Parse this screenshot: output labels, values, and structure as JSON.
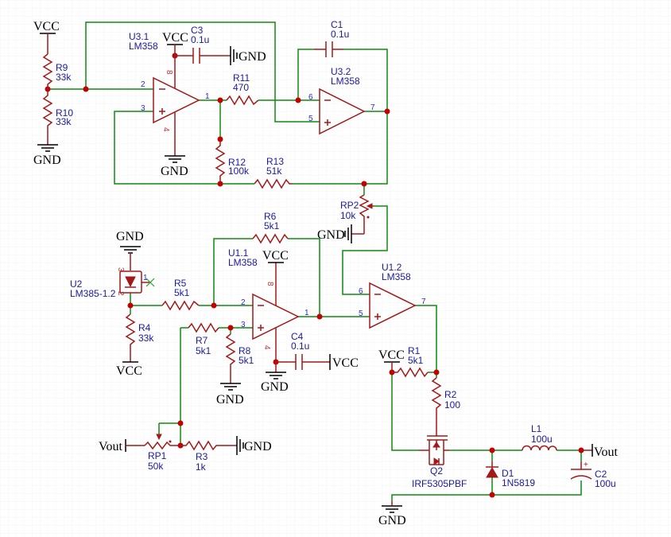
{
  "nets": {
    "vcc": "VCC",
    "gnd": "GND",
    "vout": "Vout"
  },
  "components": {
    "R9": {
      "ref": "R9",
      "value": "33k"
    },
    "R10": {
      "ref": "R10",
      "value": "33k"
    },
    "R11": {
      "ref": "R11",
      "value": "470"
    },
    "R12": {
      "ref": "R12",
      "value": "100k"
    },
    "R13": {
      "ref": "R13",
      "value": "51k"
    },
    "R6": {
      "ref": "R6",
      "value": "5k1"
    },
    "R5": {
      "ref": "R5",
      "value": "5k1"
    },
    "R4": {
      "ref": "R4",
      "value": "33k"
    },
    "R7": {
      "ref": "R7",
      "value": "5k1"
    },
    "R8": {
      "ref": "R8",
      "value": "5k1"
    },
    "R3": {
      "ref": "R3",
      "value": "1k"
    },
    "R1": {
      "ref": "R1",
      "value": "5k1"
    },
    "R2": {
      "ref": "R2",
      "value": "100"
    },
    "RP1": {
      "ref": "RP1",
      "value": "50k"
    },
    "RP2": {
      "ref": "RP2",
      "value": "10k"
    },
    "C1": {
      "ref": "C1",
      "value": "0.1u"
    },
    "C2": {
      "ref": "C2",
      "value": "100u"
    },
    "C3": {
      "ref": "C3",
      "value": "0.1u"
    },
    "C4": {
      "ref": "C4",
      "value": "0.1u"
    },
    "L1": {
      "ref": "L1",
      "value": "100u"
    },
    "D1": {
      "ref": "D1",
      "value": "1N5819"
    },
    "Q2": {
      "ref": "Q2",
      "value": "IRF5305PBF"
    },
    "U2": {
      "ref": "U2",
      "value": "LM385-1.2"
    },
    "U31": {
      "ref": "U3.1",
      "value": "LM358"
    },
    "U32": {
      "ref": "U3.2",
      "value": "LM358"
    },
    "U11": {
      "ref": "U1.1",
      "value": "LM358"
    },
    "U12": {
      "ref": "U1.2",
      "value": "LM358"
    }
  },
  "pins": {
    "p1": "1",
    "p2": "2",
    "p3": "3",
    "p4": "4",
    "p5": "5",
    "p6": "6",
    "p7": "7",
    "p8": "8"
  }
}
